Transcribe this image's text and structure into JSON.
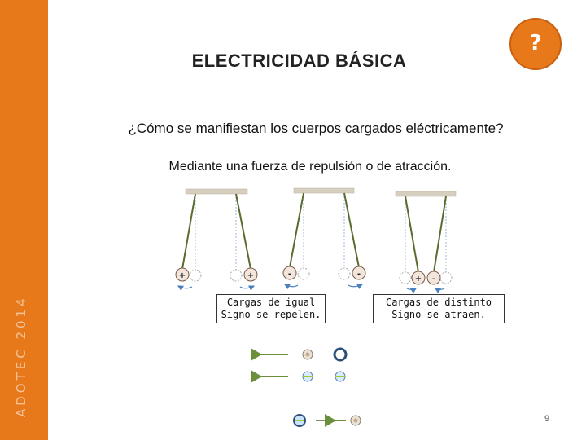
{
  "slide": {
    "title": "ELECTRICIDAD BÁSICA",
    "side_label": "ADOTEC 2014",
    "help_icon": "?",
    "question": "¿Cómo se manifiestan los cuerpos cargados eléctricamente?",
    "answer": "Mediante una fuerza de repulsión o de atracción.",
    "caption_repel_line1": "Cargas de igual",
    "caption_repel_line2": "Signo se repelen.",
    "caption_attract_line1": "Cargas de distinto",
    "caption_attract_line2": "Signo se atraen.",
    "page_number": "9"
  },
  "charges": {
    "p1_left": "+",
    "p1_right": "+",
    "p2_left": "-",
    "p2_right": "-",
    "p3_left": "+",
    "p3_right": "-"
  },
  "colors": {
    "accent": "#e8791a",
    "string": "#5a6b2e",
    "border_green": "#5e9c4a",
    "arrow_green": "#6b8f3a"
  }
}
